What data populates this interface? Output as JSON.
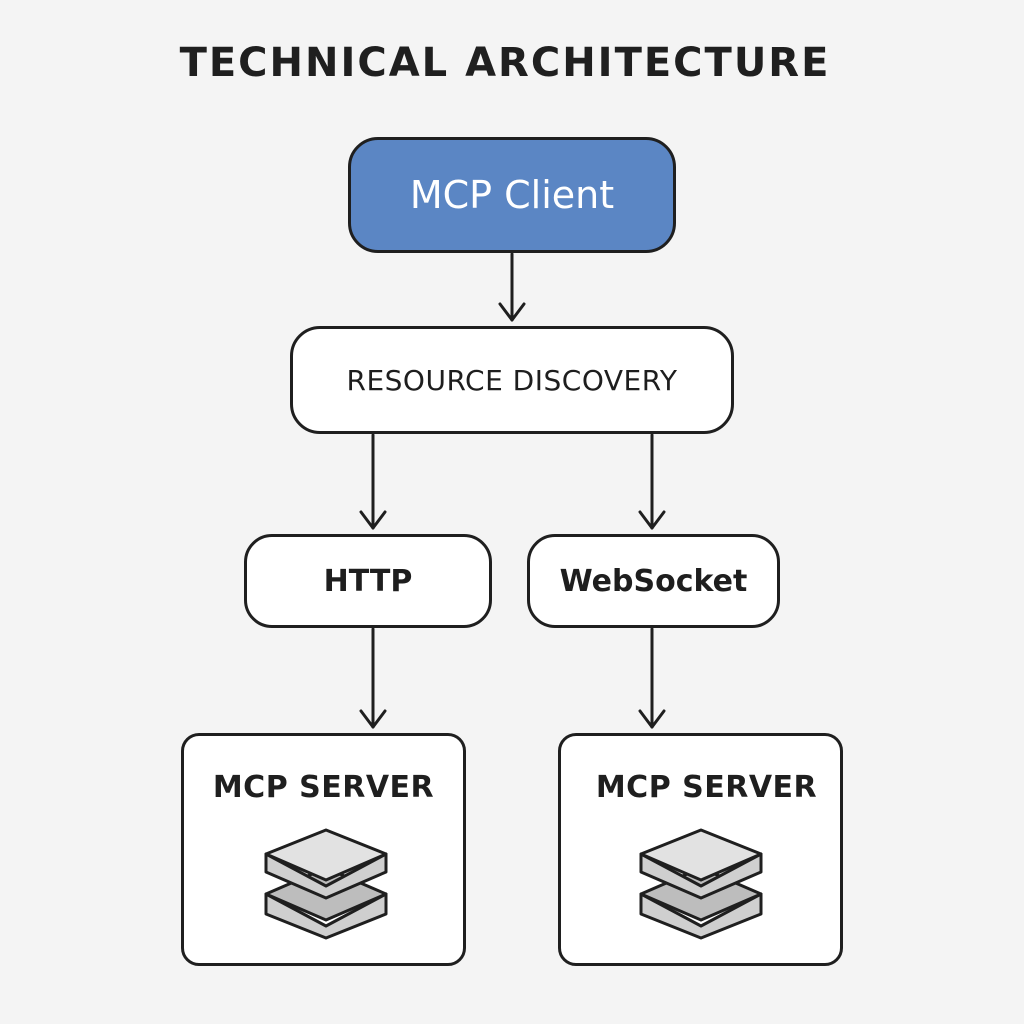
{
  "title": "TECHNICAL ARCHITECTURE",
  "colors": {
    "client_fill": "#5b86c4",
    "client_text": "#ffffff",
    "stroke": "#1f1f1f",
    "node_fill": "#ffffff",
    "background": "#f4f4f4",
    "db_fill": "#d9d9d9"
  },
  "nodes": {
    "client": "MCP Client",
    "discovery": "RESOURCE DISCOVERY",
    "http": "HTTP",
    "websocket": "WebSocket"
  },
  "servers": [
    {
      "label": "MCP SERVER",
      "icon": "database-icon"
    },
    {
      "label": "MCP SERVER",
      "icon": "database-icon"
    }
  ],
  "edges": [
    {
      "from": "client",
      "to": "discovery"
    },
    {
      "from": "discovery",
      "to": "http"
    },
    {
      "from": "discovery",
      "to": "websocket"
    },
    {
      "from": "http",
      "to": "server-1"
    },
    {
      "from": "websocket",
      "to": "server-2"
    }
  ]
}
